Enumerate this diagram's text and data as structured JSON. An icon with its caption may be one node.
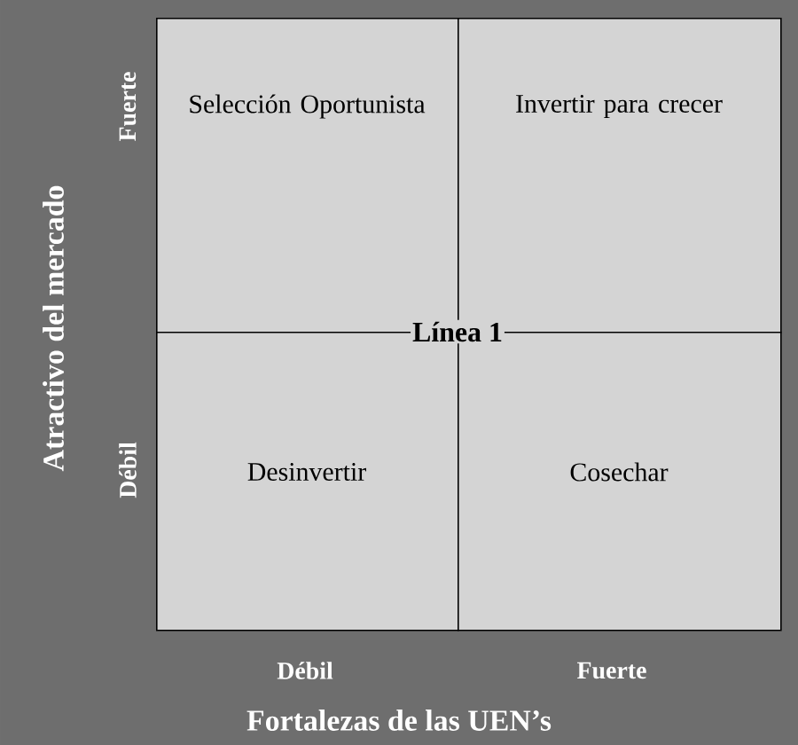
{
  "diagram": {
    "nodes": [
      {
        "text": [
          "Selección Oportunista"
        ]
      },
      {
        "text": [
          "Invertir para crecer"
        ]
      },
      {
        "text": [
          "Desinvertir"
        ]
      },
      {
        "text": [
          "Cosechar"
        ]
      }
    ],
    "labels": [
      "Fuerte",
      "Débil",
      "Atractivo del mercado",
      "Línea 1",
      "Débil",
      "Fuerte",
      "Fortalezas de las UEN’s"
    ]
  }
}
